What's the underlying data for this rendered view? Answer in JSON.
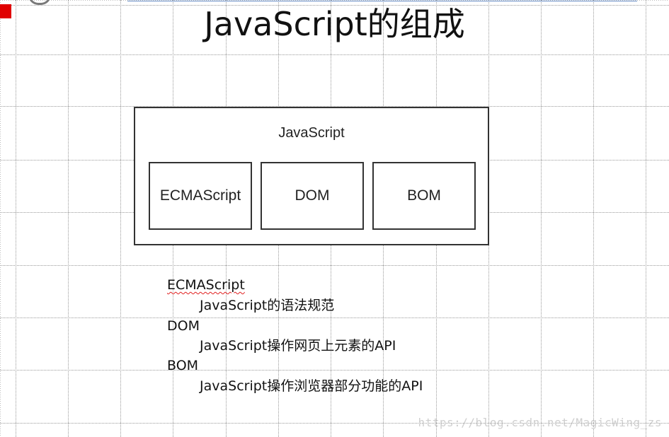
{
  "title": "JavaScript的组成",
  "diagram": {
    "outer_label": "JavaScript",
    "components": [
      "ECMAScript",
      "DOM",
      "BOM"
    ]
  },
  "descriptions": [
    {
      "term": "ECMAScript",
      "detail": "JavaScript的语法规范"
    },
    {
      "term": "DOM",
      "detail": "JavaScript操作网页上元素的API"
    },
    {
      "term": "BOM",
      "detail": "JavaScript操作浏览器部分功能的API"
    }
  ],
  "watermark": "https://blog.csdn.net/MagicWing_zs",
  "colors": {
    "accent": "#e00000",
    "text": "#111111",
    "border": "#333333"
  }
}
